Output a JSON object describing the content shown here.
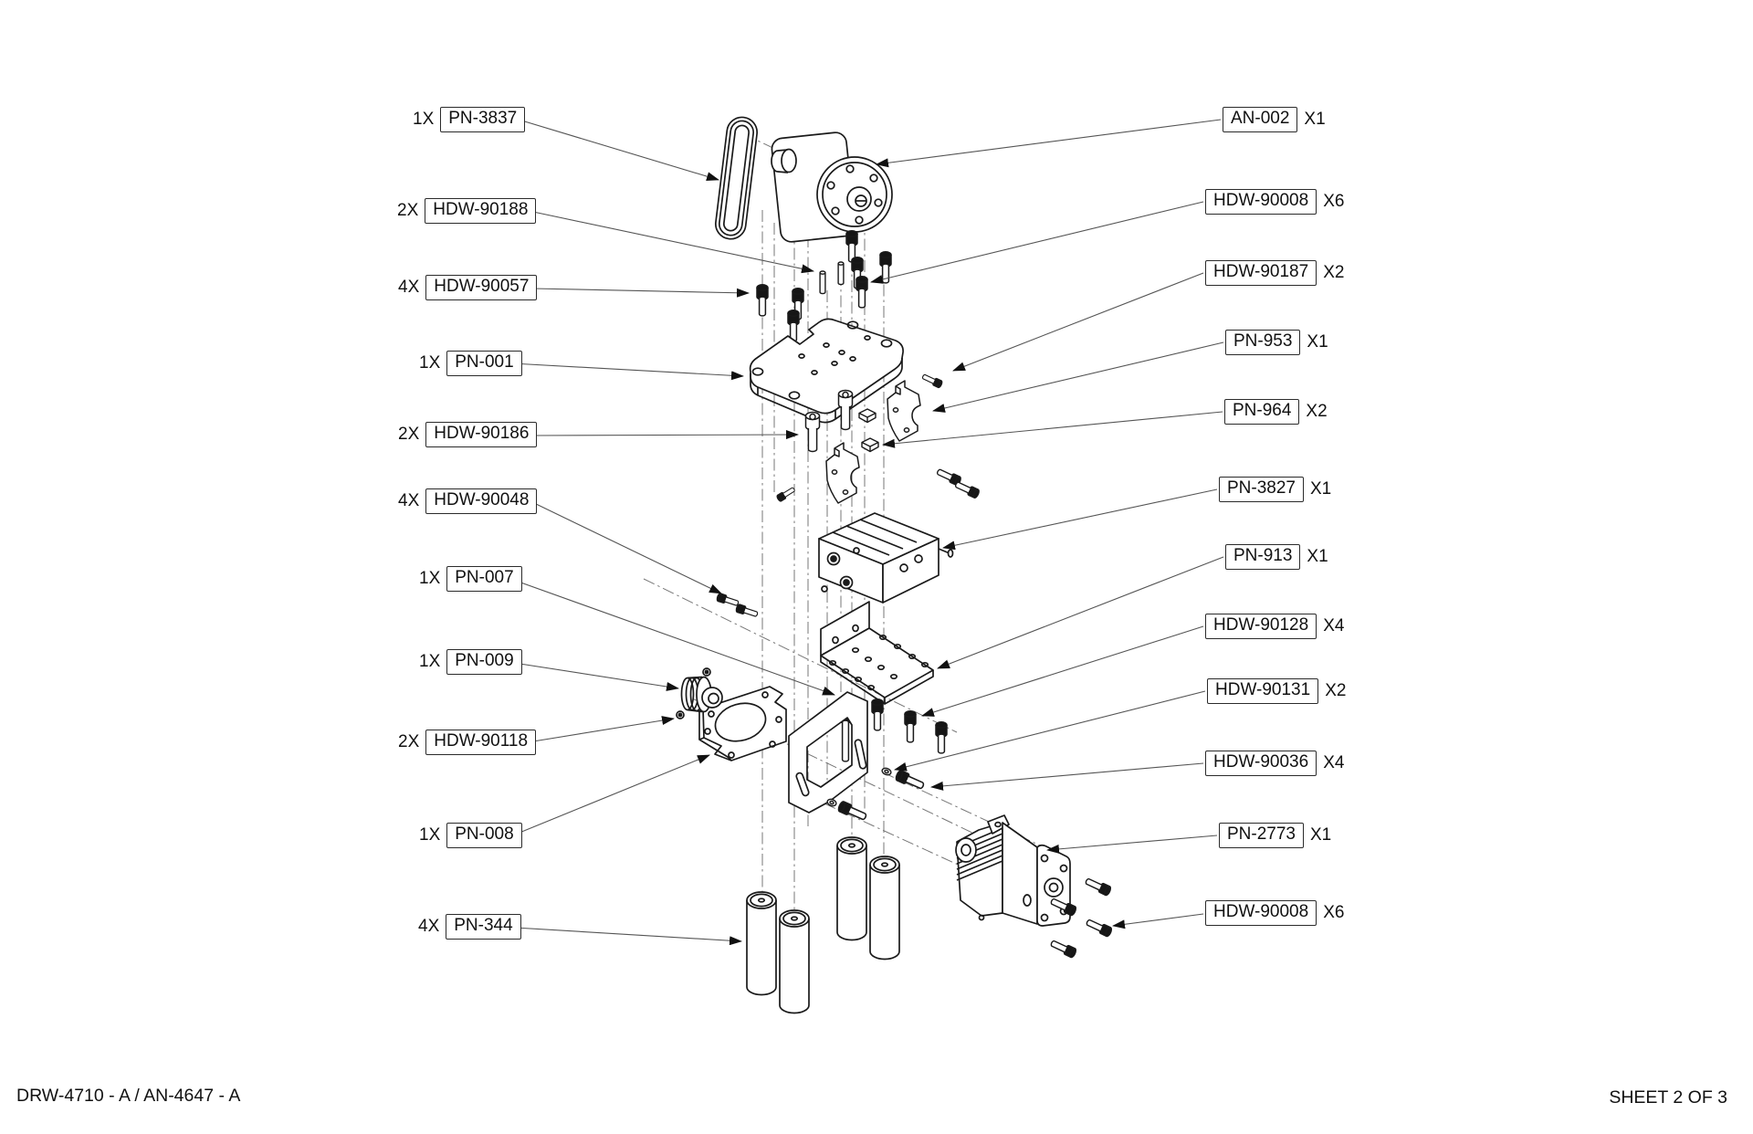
{
  "sheet": {
    "footer_left": "DRW-4710 - A / AN-4647 - A",
    "footer_right": "SHEET 2 OF 3"
  },
  "style": {
    "background": "#ffffff",
    "line_color": "#1a1a1a",
    "leader_color": "#555555",
    "centerline_color": "#777777",
    "box_border": "#2b2b2b",
    "text_color": "#111111"
  },
  "callouts_left": [
    {
      "qty": "1X",
      "part": "PN-3837"
    },
    {
      "qty": "2X",
      "part": "HDW-90188"
    },
    {
      "qty": "4X",
      "part": "HDW-90057"
    },
    {
      "qty": "1X",
      "part": "PN-001"
    },
    {
      "qty": "2X",
      "part": "HDW-90186"
    },
    {
      "qty": "4X",
      "part": "HDW-90048"
    },
    {
      "qty": "1X",
      "part": "PN-007"
    },
    {
      "qty": "1X",
      "part": "PN-009"
    },
    {
      "qty": "2X",
      "part": "HDW-90118"
    },
    {
      "qty": "1X",
      "part": "PN-008"
    },
    {
      "qty": "4X",
      "part": "PN-344"
    }
  ],
  "callouts_right": [
    {
      "part": "AN-002",
      "qty": "X1"
    },
    {
      "part": "HDW-90008",
      "qty": "X6"
    },
    {
      "part": "HDW-90187",
      "qty": "X2"
    },
    {
      "part": "PN-953",
      "qty": "X1"
    },
    {
      "part": "PN-964",
      "qty": "X2"
    },
    {
      "part": "PN-3827",
      "qty": "X1"
    },
    {
      "part": "PN-913",
      "qty": "X1"
    },
    {
      "part": "HDW-90128",
      "qty": "X4"
    },
    {
      "part": "HDW-90131",
      "qty": "X2"
    },
    {
      "part": "HDW-90036",
      "qty": "X4"
    },
    {
      "part": "PN-2773",
      "qty": "X1"
    },
    {
      "part": "HDW-90008",
      "qty": "X6"
    }
  ]
}
